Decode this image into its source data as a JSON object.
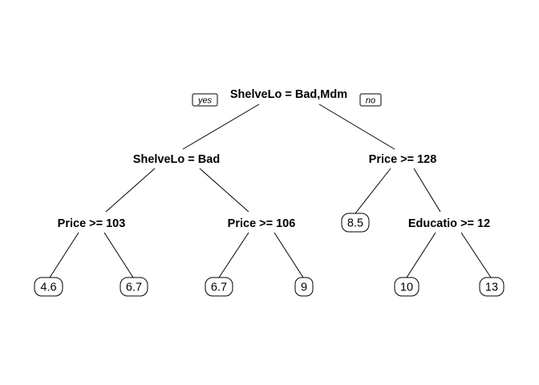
{
  "tree": {
    "root": {
      "label": "ShelveLo = Bad,Mdm",
      "yes_tag": "yes",
      "no_tag": "no"
    },
    "l": {
      "label": "ShelveLo = Bad"
    },
    "r": {
      "label": "Price >= 128"
    },
    "ll": {
      "label": "Price >= 103"
    },
    "lr": {
      "label": "Price >= 106"
    },
    "rr": {
      "label": "Educatio >= 12"
    },
    "leaves": {
      "lll": "4.6",
      "llr": "6.7",
      "lrl": "6.7",
      "lrr": "9",
      "rl": "8.5",
      "rrl": "10",
      "rrr": "13"
    }
  }
}
